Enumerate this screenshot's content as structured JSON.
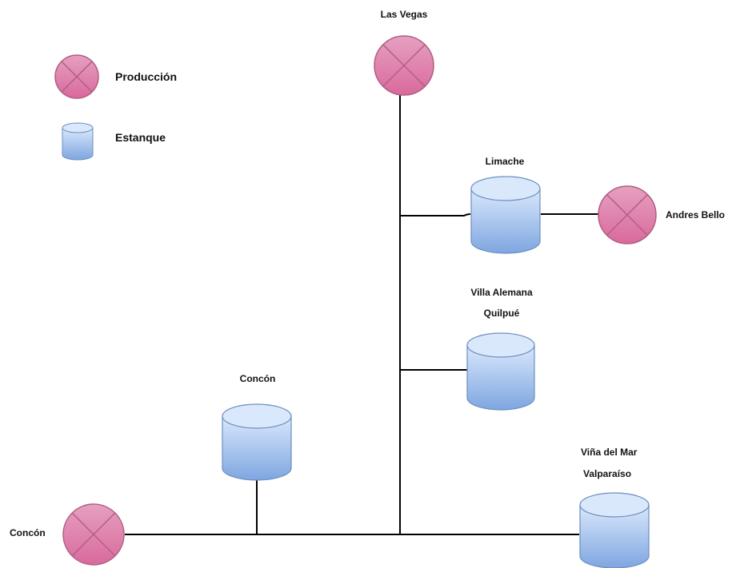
{
  "legend": {
    "production_label": "Producción",
    "tank_label": "Estanque"
  },
  "labels": {
    "las_vegas": "Las Vegas",
    "limache": "Limache",
    "andres_bello": "Andres Bello",
    "villa_alemana_line1": "Villa Alemana",
    "villa_alemana_line2": "Quilpué",
    "concon_tank": "Concón",
    "concon_production": "Concón",
    "vina_line1": "Viña del Mar",
    "vina_line2": "Valparaíso"
  },
  "colors": {
    "production_fill": "#e684ae",
    "production_stroke": "#b15e84",
    "tank_fill_top": "#dae8fc",
    "tank_fill_bottom": "#7ea6e0",
    "tank_stroke": "#6c8ebf",
    "pipe": "#000000"
  }
}
